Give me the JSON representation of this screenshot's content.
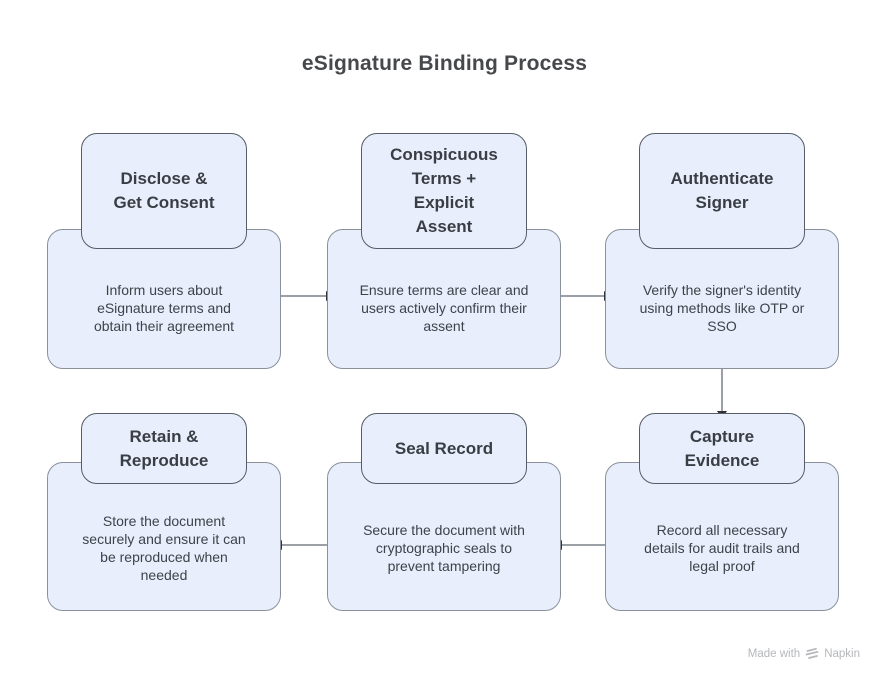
{
  "title": "eSignature Binding Process",
  "nodes": [
    {
      "title": "Disclose &\nGet Consent",
      "description": "Inform users about\neSignature terms and\nobtain their agreement"
    },
    {
      "title": "Conspicuous\nTerms +\nExplicit\nAssent",
      "description": "Ensure terms are clear and\nusers actively confirm their\nassent"
    },
    {
      "title": "Authenticate\nSigner",
      "description": "Verify the signer's identity\nusing methods like OTP or\nSSO"
    },
    {
      "title": "Capture\nEvidence",
      "description": "Record all necessary\ndetails for audit trails and\nlegal proof"
    },
    {
      "title": "Seal Record",
      "description": "Secure the document with\ncryptographic seals to\nprevent tampering"
    },
    {
      "title": "Retain &\nReproduce",
      "description": "Store the document\nsecurely and ensure it can\nbe reproduced when\nneeded"
    }
  ],
  "watermark": {
    "prefix": "Made with",
    "brand": "Napkin"
  },
  "colors": {
    "node_fill": "#e8eefc",
    "header_border": "#565d66",
    "body_border": "#8a919b",
    "arrow_line": "#9aa0a6",
    "arrow_head": "#2f3338"
  }
}
